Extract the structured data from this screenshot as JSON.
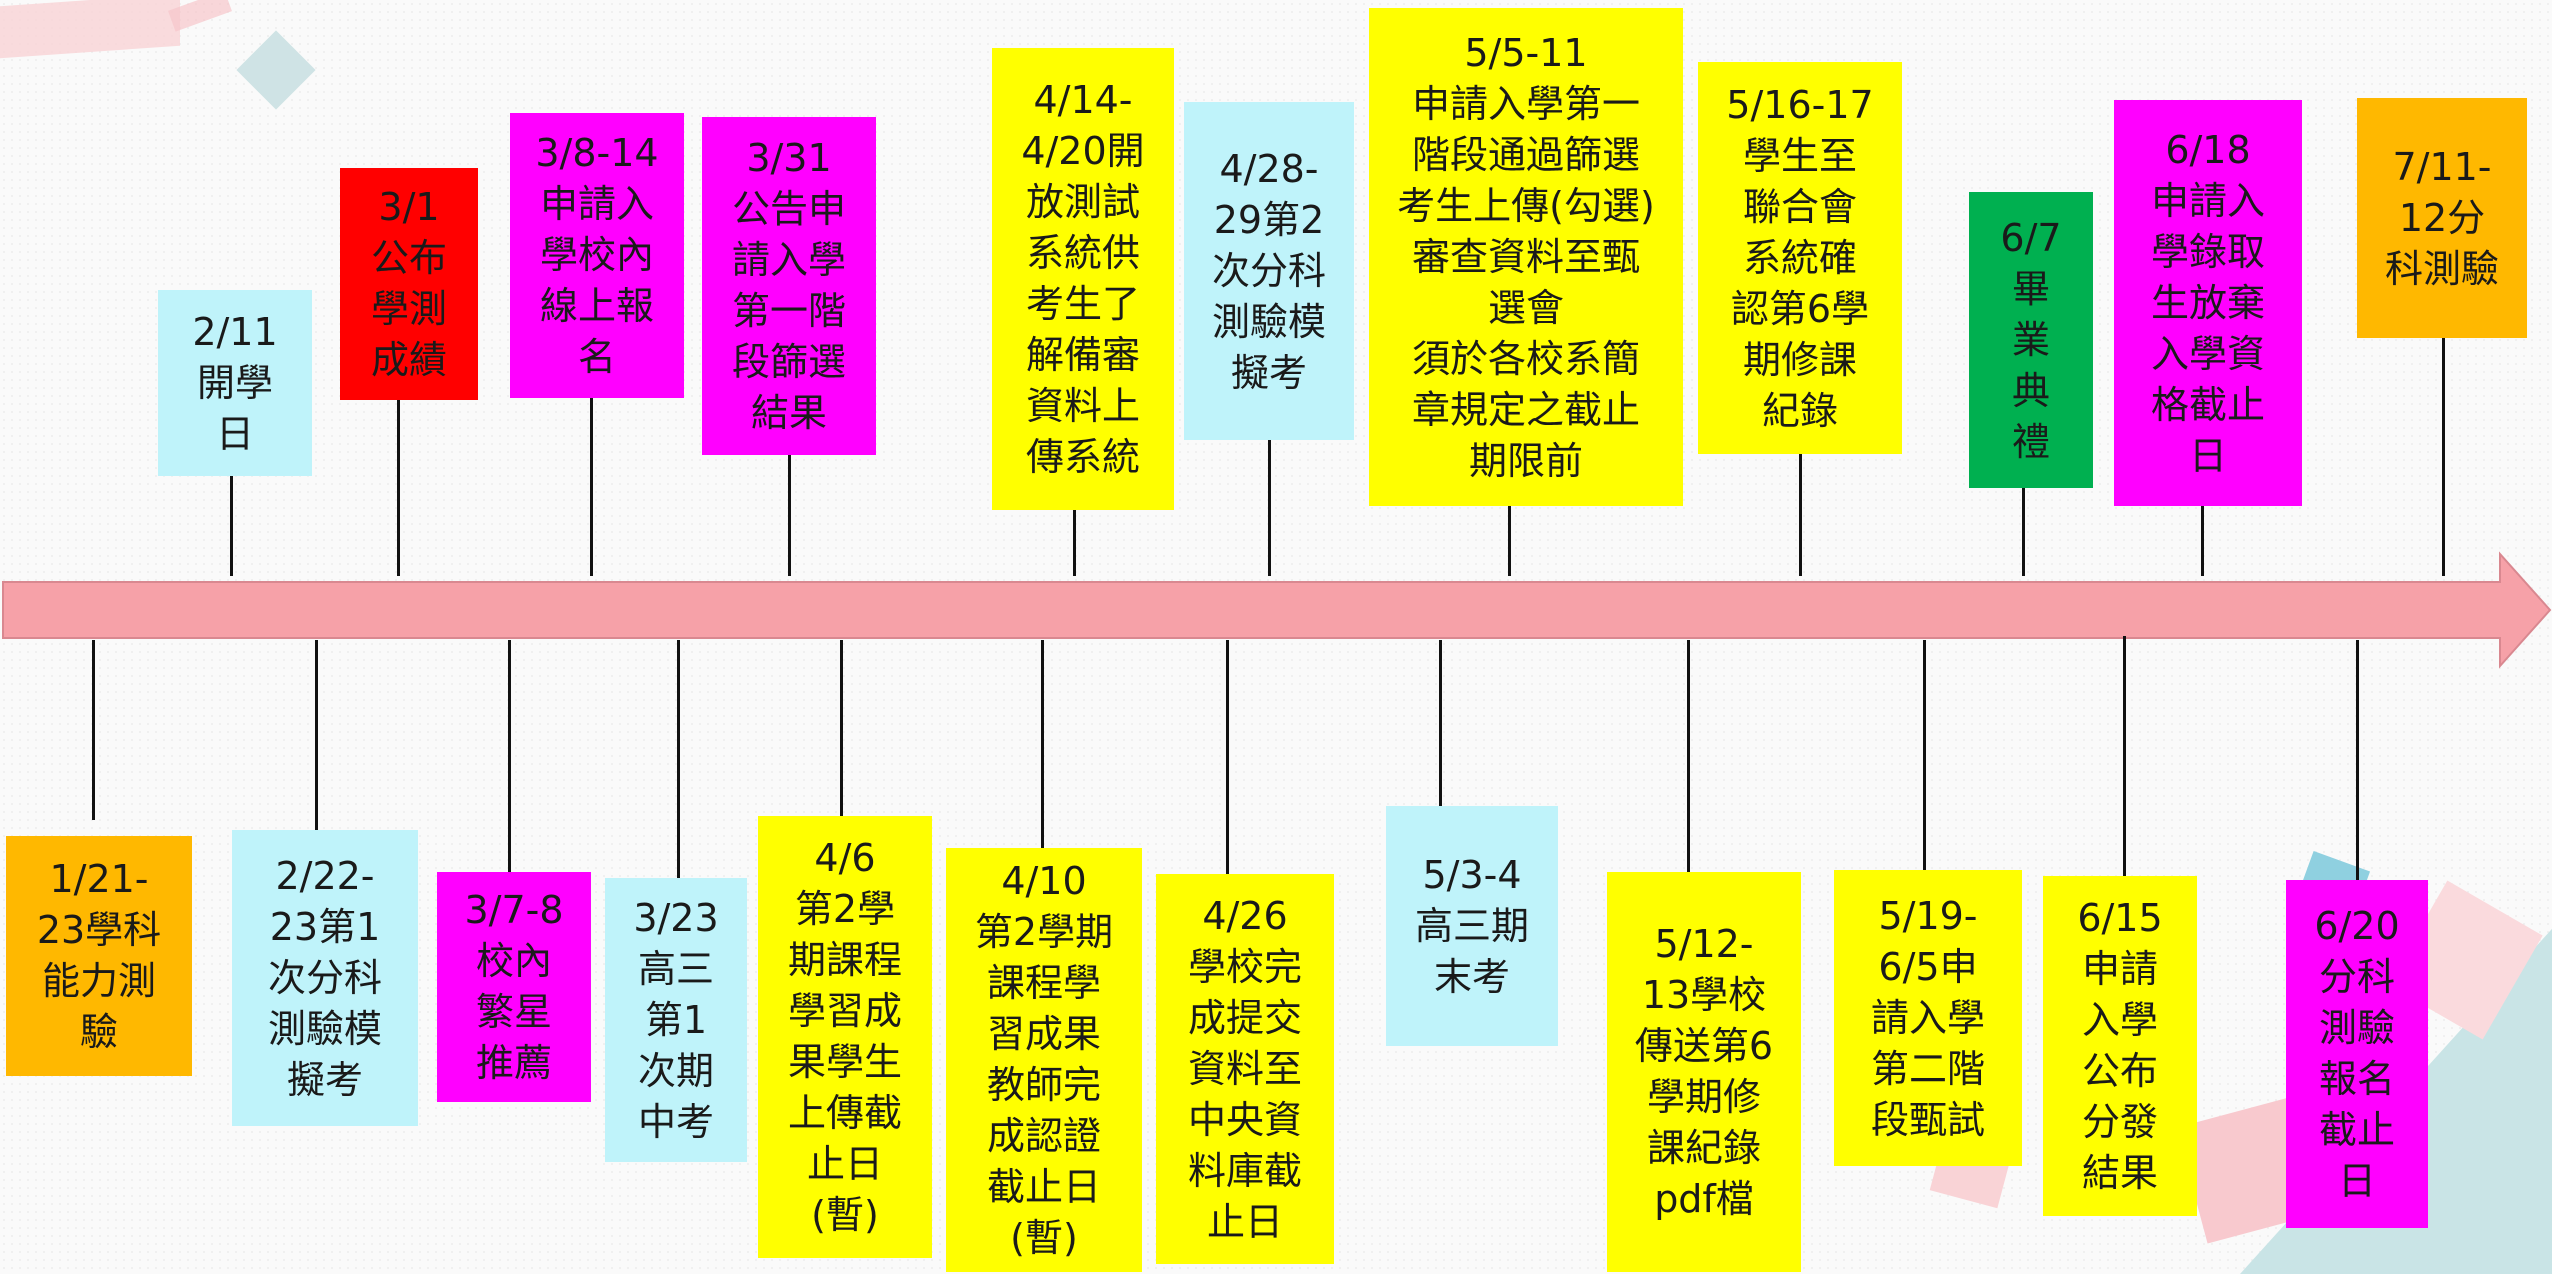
{
  "colors": {
    "yellow": "#ffff00",
    "light_blue": "#bff3fa",
    "magenta": "#ff00ff",
    "red": "#ff0000",
    "orange": "#ffb800",
    "green": "#00b050",
    "arrow": "#f6a1a8",
    "arrow_border": "#d98890"
  },
  "events_top": [
    {
      "date_text": "2/11 開學日",
      "lines": [
        "2/11",
        "開學",
        "日"
      ],
      "color": "light_blue"
    },
    {
      "date_text": "3/1 公布學測成績",
      "lines": [
        "3/1",
        "公布",
        "學測",
        "成績"
      ],
      "color": "red"
    },
    {
      "date_text": "3/8-14 申請入學校內線上報名",
      "lines": [
        "3/8-14",
        "申請入",
        "學校內",
        "線上報",
        "名"
      ],
      "color": "magenta"
    },
    {
      "date_text": "3/31 公告申請入學第一階段篩選結果",
      "lines": [
        "3/31",
        "公告申",
        "請入學",
        "第一階",
        "段篩選",
        "結果"
      ],
      "color": "magenta"
    },
    {
      "date_text": "4/14-4/20開放測試系統供考生了解備審資料上傳系統",
      "lines": [
        "4/14-",
        "4/20開",
        "放測試",
        "系統供",
        "考生了",
        "解備審",
        "資料上",
        "傳系統"
      ],
      "color": "yellow"
    },
    {
      "date_text": "4/28-29第2次分科測驗模擬考",
      "lines": [
        "4/28-",
        "29第2",
        "次分科",
        "測驗模",
        "擬考"
      ],
      "color": "light_blue"
    },
    {
      "date_text": "5/5-11 申請入學第一階段通過篩選考生上傳(勾選)審查資料至甄選會 須於各校系簡章規定之截止期限前",
      "lines": [
        "5/5-11",
        "申請入學第一",
        "階段通過篩選",
        "考生上傳(勾選)",
        "審查資料至甄",
        "選會",
        "須於各校系簡",
        "章規定之截止",
        "期限前"
      ],
      "color": "yellow"
    },
    {
      "date_text": "5/16-17 學生至聯合會系統確認第6學期修課紀錄",
      "lines": [
        "5/16-17",
        "學生至",
        "聯合會",
        "系統確",
        "認第6學",
        "期修課",
        "紀錄"
      ],
      "color": "yellow"
    },
    {
      "date_text": "6/7 畢業典禮",
      "lines": [
        "6/7",
        "畢",
        "業",
        "典",
        "禮"
      ],
      "color": "green"
    },
    {
      "date_text": "6/18 申請入學錄取生放棄入學資格截止日",
      "lines": [
        "6/18",
        "申請入",
        "學錄取",
        "生放棄",
        "入學資",
        "格截止",
        "日"
      ],
      "color": "magenta"
    },
    {
      "date_text": "7/11-12分科測驗",
      "lines": [
        "7/11-",
        "12分",
        "科測驗"
      ],
      "color": "orange"
    }
  ],
  "events_bottom": [
    {
      "date_text": "1/21-23學科能力測驗",
      "lines": [
        "1/21-",
        "23學科",
        "能力測",
        "驗"
      ],
      "color": "orange"
    },
    {
      "date_text": "2/22-23第1次分科測驗模擬考",
      "lines": [
        "2/22-",
        "23第1",
        "次分科",
        "測驗模",
        "擬考"
      ],
      "color": "light_blue"
    },
    {
      "date_text": "3/7-8 校內繁星推薦",
      "lines": [
        "3/7-8",
        "校內",
        "繁星",
        "推薦"
      ],
      "color": "magenta"
    },
    {
      "date_text": "3/23 高三第1次期中考",
      "lines": [
        "3/23",
        "高三",
        "第1",
        "次期",
        "中考"
      ],
      "color": "light_blue"
    },
    {
      "date_text": "4/6 第2學期課程學習成果學生上傳截止日(暫)",
      "lines": [
        "4/6",
        "第2學",
        "期課程",
        "學習成",
        "果學生",
        "上傳截",
        "止日",
        "(暫)"
      ],
      "color": "yellow"
    },
    {
      "date_text": "4/10 第2學期課程學習成果教師完成認證截止日(暫)",
      "lines": [
        "4/10",
        "第2學期",
        "課程學",
        "習成果",
        "教師完",
        "成認證",
        "截止日",
        "(暫)"
      ],
      "color": "yellow"
    },
    {
      "date_text": "4/26 學校完成提交資料至中央資料庫截止日",
      "lines": [
        "4/26",
        "學校完",
        "成提交",
        "資料至",
        "中央資",
        "料庫截",
        "止日"
      ],
      "color": "yellow"
    },
    {
      "date_text": "5/3-4 高三期末考",
      "lines": [
        "5/3-4",
        "高三期",
        "末考"
      ],
      "color": "light_blue"
    },
    {
      "date_text": "5/12-13學校傳送第6學期修課紀錄pdf檔",
      "lines": [
        "5/12-",
        "13學校",
        "傳送第6",
        "學期修",
        "課紀錄",
        "pdf檔"
      ],
      "color": "yellow"
    },
    {
      "date_text": "5/19-6/5申請入學第二階段甄試",
      "lines": [
        "5/19-",
        "6/5申",
        "請入學",
        "第二階",
        "段甄試"
      ],
      "color": "yellow"
    },
    {
      "date_text": "6/15 申請入學公布分發結果",
      "lines": [
        "6/15",
        "申請",
        "入學",
        "公布",
        "分發",
        "結果"
      ],
      "color": "yellow"
    },
    {
      "date_text": "6/20 分科測驗報名截止日",
      "lines": [
        "6/20",
        "分科",
        "測驗",
        "報名",
        "截止",
        "日"
      ],
      "color": "magenta"
    }
  ]
}
